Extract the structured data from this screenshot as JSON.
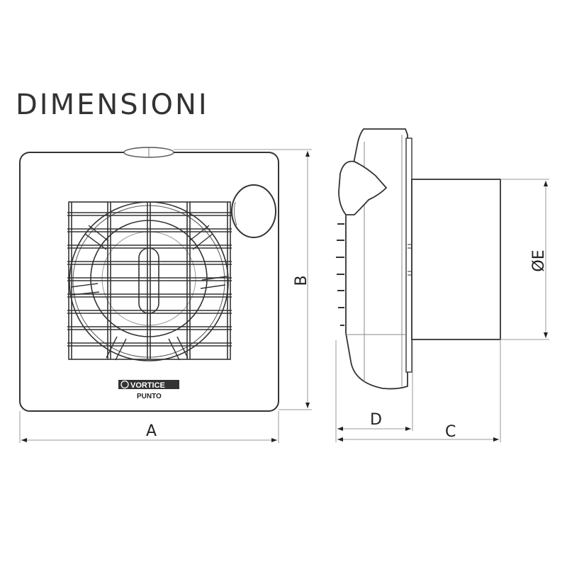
{
  "title": "DIMENSIONI",
  "product": {
    "brand": "VORTICE",
    "model": "PUNTO"
  },
  "views": {
    "front": {
      "label": "front-view"
    },
    "side": {
      "label": "side-view"
    }
  },
  "dimensions": {
    "A": "A",
    "B": "B",
    "C": "C",
    "D": "D",
    "E": "ØE"
  },
  "colors": {
    "line": "#333333",
    "dim_line": "#888888",
    "text": "#333333",
    "background": "#ffffff"
  }
}
